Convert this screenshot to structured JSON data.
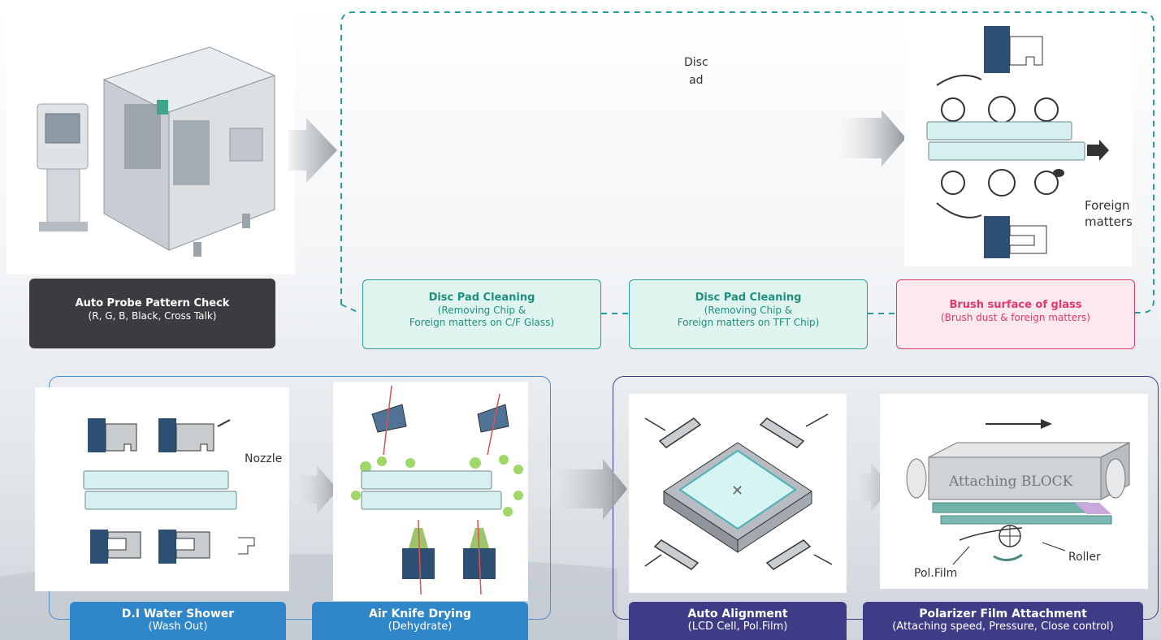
{
  "machine": {
    "title": "Auto Probe Pattern Check",
    "sub": "(R, G, B, Black, Cross Talk)"
  },
  "steps_top": [
    {
      "title": "Disc Pad Cleaning",
      "sub1": "(Removing Chip &",
      "sub2": "Foreign matters on C/F Glass)"
    },
    {
      "title": "Disc Pad Cleaning",
      "sub1": "(Removing Chip &",
      "sub2": "Foreign matters on TFT Chip)"
    },
    {
      "title": "Brush surface of glass",
      "sub1": "(Brush dust & foreign matters)",
      "sub2": ""
    }
  ],
  "stray_text": {
    "line1": "Disc",
    "line2": "ad"
  },
  "brush_diagram": {
    "foreign_1": "Foreign",
    "foreign_2": "matters"
  },
  "steps_bottom": [
    {
      "title": "D.I Water Shower",
      "sub": "(Wash Out)"
    },
    {
      "title": "Air Knife Drying",
      "sub": "(Dehydrate)"
    },
    {
      "title": "Auto Alignment",
      "sub": "(LCD Cell, Pol.Film)"
    },
    {
      "title": "Polarizer Film Attachment",
      "sub": "(Attaching speed, Pressure, Close control)"
    }
  ],
  "shower_diagram": {
    "nozzle": "Nozzle"
  },
  "polarizer_diagram": {
    "block": "Attaching BLOCK",
    "pol_film": "Pol.Film",
    "roller": "Roller"
  },
  "colors": {
    "teal_dash": "#2a9d9a",
    "teal_box": "#dff3ef",
    "teal_text": "#1f8f7e",
    "pink_box": "#fde8ee",
    "pink_text": "#e23a6b",
    "dark_label": "#3c3c40",
    "blue_label": "#2f86c9",
    "navy_label": "#3e3c86",
    "blue_frame": "#4a8fcf",
    "navy_frame": "#3e3c86"
  }
}
